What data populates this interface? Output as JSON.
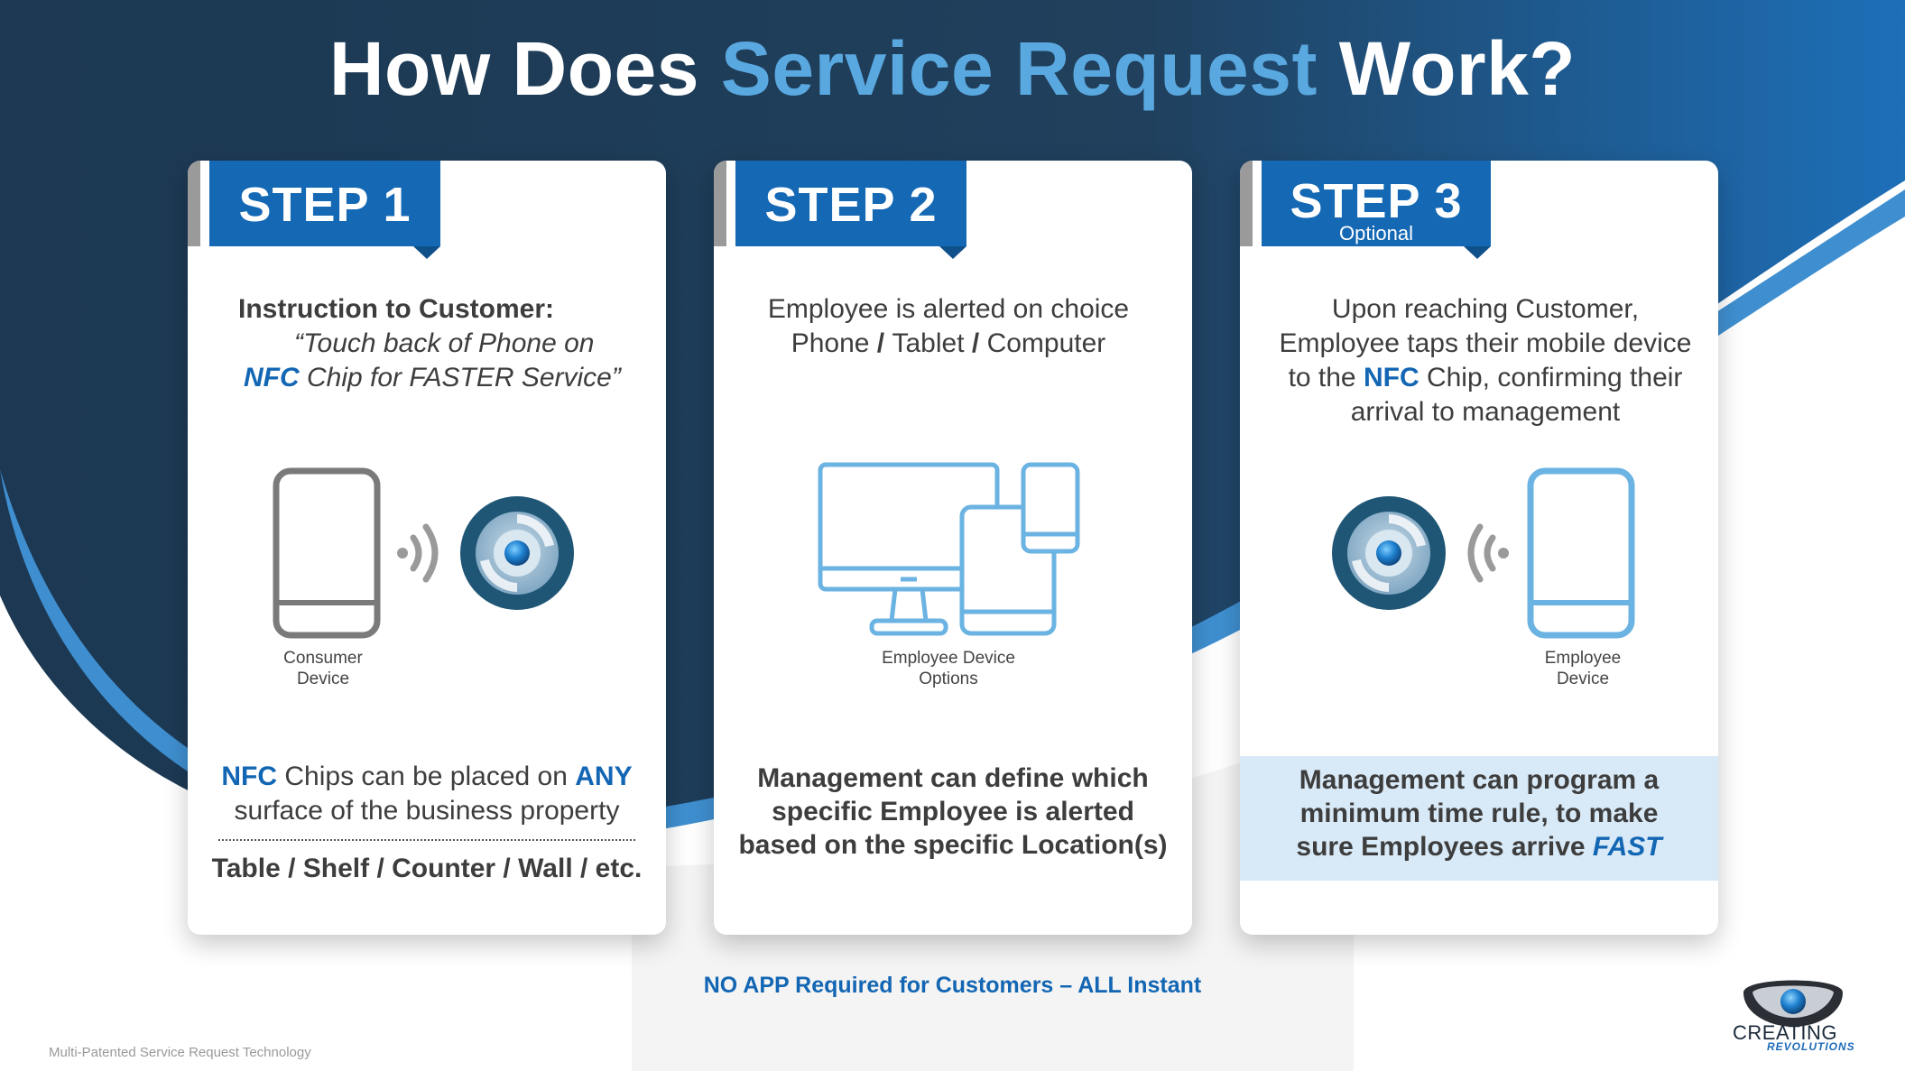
{
  "title": {
    "prefix": "How Does ",
    "accent": "Service Request",
    "suffix": " Work?"
  },
  "steps": [
    {
      "label": "STEP 1",
      "instruction_heading": "Instruction to Customer:",
      "quote_line1": "“Touch back of Phone on",
      "quote_nfc": "NFC",
      "quote_line2_rest": " Chip for FASTER Service”",
      "device_caption_line1": "Consumer",
      "device_caption_line2": "Device",
      "bottom_nfc": "NFC",
      "bottom_mid": " Chips can be placed on ",
      "bottom_any": "ANY",
      "bottom_line2": "surface of the business property",
      "bottom_list": "Table / Shelf / Counter / Wall / etc."
    },
    {
      "label": "STEP 2",
      "line1": "Employee is alerted on choice",
      "line2_phone": "Phone",
      "sep1": " / ",
      "line2_tablet": "Tablet",
      "sep2": " / ",
      "line2_computer": "Computer",
      "caption_line1": "Employee  Device",
      "caption_line2": "Options",
      "bottom_line1": "Management can define which",
      "bottom_line2": "specific Employee is alerted",
      "bottom_line3": "based on the specific Location(s)"
    },
    {
      "label": "STEP 3",
      "sublabel": "Optional",
      "line1": "Upon reaching  Customer,",
      "line2": "Employee taps their mobile device",
      "line3_pre": "to the ",
      "line3_nfc": "NFC",
      "line3_post": " Chip,  confirming  their",
      "line4": "arrival  to management",
      "caption_line1": "Employee",
      "caption_line2": "Device",
      "bottom_line1": "Management can program a",
      "bottom_line2": "minimum time rule, to make",
      "bottom_line3_pre": "sure Employees arrive ",
      "bottom_line3_fast": "FAST"
    }
  ],
  "footer": "NO APP Required for Customers – ALL Instant",
  "footnote": "Multi-Patented  Service Request  Technology",
  "logo": {
    "line1": "CREATING",
    "line2": "REVOLUTIONS"
  },
  "colors": {
    "navy": "#1e3a52",
    "accent_blue": "#5aa8e0",
    "step_blue": "#1468b4",
    "highlight": "#d8e9f7"
  },
  "icons": [
    "phone-outline-icon",
    "nfc-waves-icon",
    "nfc-chip-icon",
    "computer-tablet-phone-icon"
  ]
}
